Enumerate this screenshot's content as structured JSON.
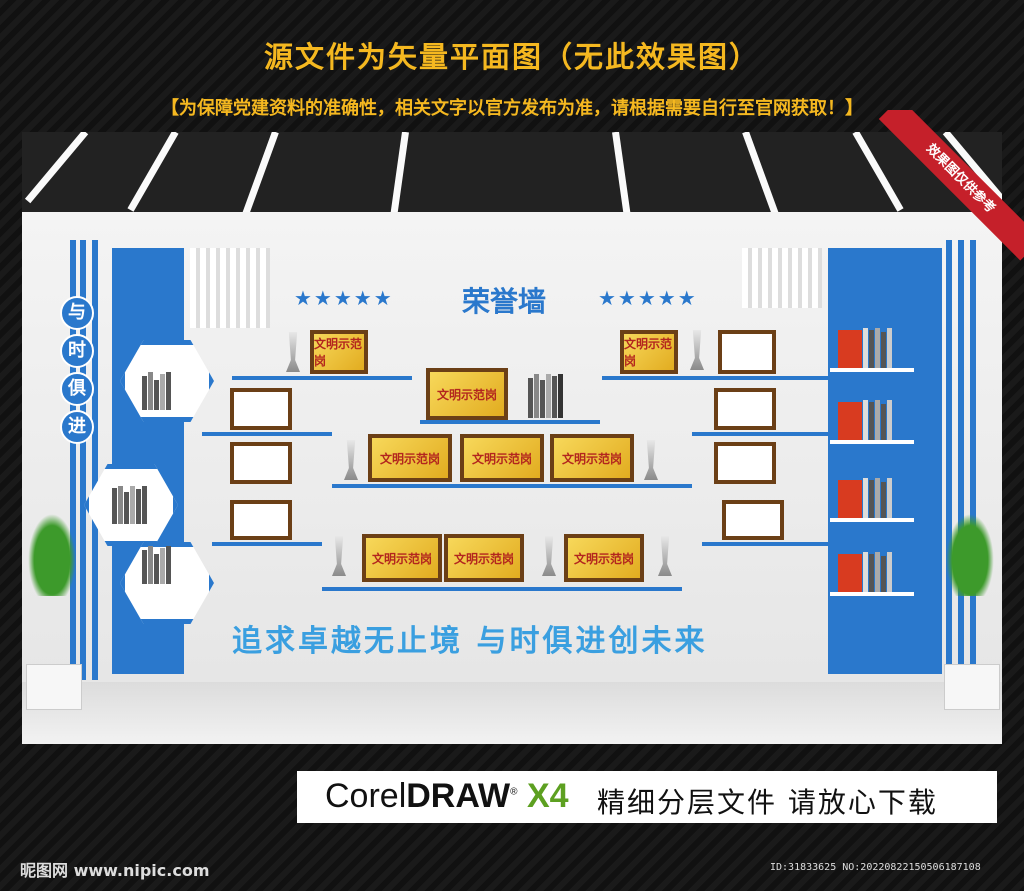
{
  "header": {
    "title": "源文件为矢量平面图（无此效果图）",
    "notice": "【为保障党建资料的准确性，相关文字以官方发布为准，请根据需要自行至官网获取！】"
  },
  "corner_ribbon": "效果图仅供参考",
  "wall": {
    "title": "荣誉墙",
    "stars": "★★★★★",
    "vertical_motto": [
      "与",
      "时",
      "俱",
      "进"
    ],
    "slogan": "追求卓越无止境 与时俱进创未来",
    "plaque_text": "文明示范岗"
  },
  "banner": {
    "corel": "Corel",
    "draw": "DRAW",
    "x4": "X4",
    "text": "精细分层文件  请放心下载"
  },
  "footer": {
    "logo": "昵图网 www.nipic.com",
    "id": "ID:31833625 NO:20220822150506187108"
  },
  "colors": {
    "accent": "#2a78cc",
    "header": "#f5b820",
    "ribbon": "#c5202a"
  }
}
